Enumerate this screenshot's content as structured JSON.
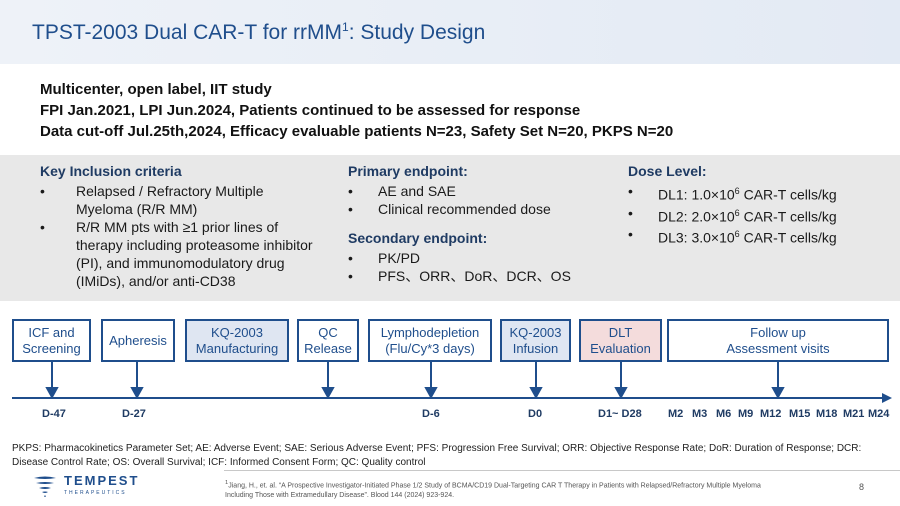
{
  "header": {
    "title": "TPST-2003 Dual CAR-T for rrMM",
    "title_sup": "1",
    "title_suffix": ": Study Design"
  },
  "summary": {
    "line1": "Multicenter, open label, IIT study",
    "line2": "FPI Jan.2021, LPI Jun.2024, Patients continued to be assessed for response",
    "line3": "Data cut-off Jul.25th,2024, Efficacy evaluable patients N=23, Safety Set N=20, PKPS N=20"
  },
  "inclusion": {
    "heading": "Key Inclusion criteria",
    "items": [
      "Relapsed / Refractory Multiple Myeloma (R/R MM)",
      "R/R MM pts with ≥1 prior lines of therapy including proteasome inhibitor (PI), and immunomodulatory drug (IMiDs), and/or anti-CD38"
    ]
  },
  "primary": {
    "heading": "Primary endpoint:",
    "items": [
      "AE and SAE",
      "Clinical recommended dose"
    ]
  },
  "secondary": {
    "heading": "Secondary endpoint:",
    "items": [
      "PK/PD",
      "PFS、ORR、DoR、DCR、OS"
    ]
  },
  "dose": {
    "heading": "Dose Level:",
    "items": [
      {
        "pre": "DL1: 1.0×10",
        "exp": "6",
        "post": " CAR-T cells/kg"
      },
      {
        "pre": "DL2: 2.0×10",
        "exp": "6",
        "post": " CAR-T cells/kg"
      },
      {
        "pre": "DL3: 3.0×10",
        "exp": "6",
        "post": " CAR-T cells/kg"
      }
    ]
  },
  "flow": [
    {
      "l1": "ICF and",
      "l2": "Screening",
      "style": "plain"
    },
    {
      "l1": "Apheresis",
      "l2": "",
      "style": "plain"
    },
    {
      "l1": "KQ-2003",
      "l2": "Manufacturing",
      "style": "blue"
    },
    {
      "l1": "QC",
      "l2": "Release",
      "style": "plain"
    },
    {
      "l1": "Lymphodepletion",
      "l2": "(Flu/Cy*3 days)",
      "style": "plain"
    },
    {
      "l1": "KQ-2003",
      "l2": "Infusion",
      "style": "blue"
    },
    {
      "l1": "DLT",
      "l2": "Evaluation",
      "style": "red"
    },
    {
      "l1": "Follow up",
      "l2": "Assessment visits",
      "style": "plain"
    }
  ],
  "timeline": [
    "D-47",
    "D-27",
    "D-6",
    "D0",
    "D1~ D28",
    "M2",
    "M3",
    "M6",
    "M9",
    "M12",
    "M15",
    "M18",
    "M21",
    "M24"
  ],
  "colors": {
    "primary": "#1f4e8c",
    "dlt_fill": "#f4dcdc",
    "kq_fill": "#dfe6f2",
    "band": "#e8e8e8"
  },
  "abbreviations": "PKPS: Pharmacokinetics Parameter Set; AE: Adverse Event; SAE: Serious Adverse Event; PFS: Progression Free Survival; ORR: Objective Response Rate; DoR: Duration of Response; DCR: Disease Control Rate; OS: Overall Survival; ICF: Informed Consent Form; QC: Quality control",
  "footer": {
    "logo_name": "TEMPEST",
    "logo_tag": "THERAPEUTICS",
    "ref_sup": "1",
    "reference": "Jiang, H., et. al. “A Prospective Investigator-Initiated Phase 1/2 Study of BCMA/CD19 Dual-Targeting CAR T Therapy in Patients with Relapsed/Refractory Multiple Myeloma Including Those with Extramedullary Disease”. Blood 144 (2024) 923-924.",
    "page": "8"
  }
}
